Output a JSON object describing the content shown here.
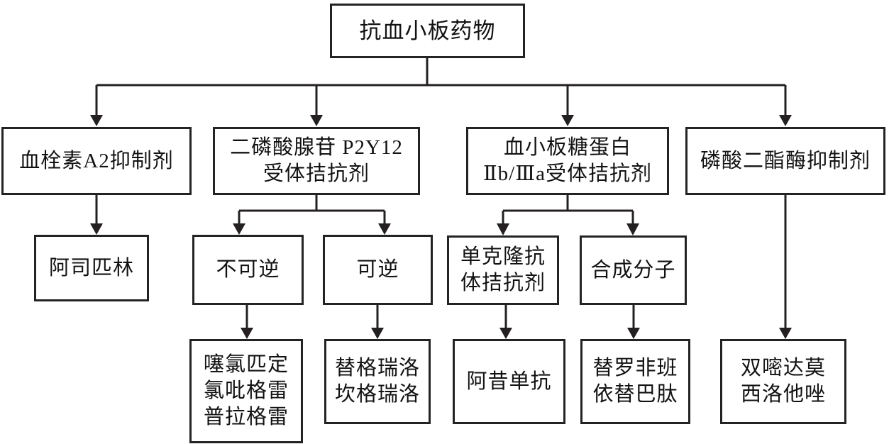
{
  "diagram": {
    "type": "flowchart",
    "colors": {
      "background": "#ffffff",
      "box_border": "#232323",
      "text": "#121212",
      "connector": "#242021"
    },
    "nodes": {
      "root": {
        "label": "抗血小板药物"
      },
      "thromboxane": {
        "label": "血栓素A2抑制剂"
      },
      "adp": {
        "line1": "二磷酸腺苷 P2Y12",
        "line2": "受体拮抗剂"
      },
      "glycoprotein": {
        "line1": "血小板糖蛋白",
        "line2": "Ⅱb/Ⅲa受体拮抗剂"
      },
      "pde": {
        "label": "磷酸二酯酶抑制剂"
      },
      "aspirin": {
        "label": "阿司匹林"
      },
      "irreversible": {
        "label": "不可逆"
      },
      "reversible": {
        "label": "可逆"
      },
      "monoclonal": {
        "line1": "单克隆抗",
        "line2": "体拮抗剂"
      },
      "synthetic": {
        "label": "合成分子"
      },
      "irreversible_drugs": {
        "line1": "噻氯匹定",
        "line2": "氯吡格雷",
        "line3": "普拉格雷"
      },
      "reversible_drugs": {
        "line1": "替格瑞洛",
        "line2": "坎格瑞洛"
      },
      "abciximab": {
        "label": "阿昔单抗"
      },
      "synthetic_drugs": {
        "line1": "替罗非班",
        "line2": "依替巴肽"
      },
      "pde_drugs": {
        "line1": "双嘧达莫",
        "line2": "西洛他唑"
      }
    },
    "edges": [
      "抗血小板药物 -> 血栓素A2抑制剂",
      "抗血小板药物 -> 二磷酸腺苷P2Y12受体拮抗剂",
      "抗血小板药物 -> 血小板糖蛋白Ⅱb/Ⅲa受体拮抗剂",
      "抗血小板药物 -> 磷酸二酯酶抑制剂",
      "血栓素A2抑制剂 -> 阿司匹林",
      "二磷酸腺苷P2Y12受体拮抗剂 -> 不可逆",
      "二磷酸腺苷P2Y12受体拮抗剂 -> 可逆",
      "不可逆 -> 噻氯匹定/氯吡格雷/普拉格雷",
      "可逆 -> 替格瑞洛/坎格瑞洛",
      "血小板糖蛋白Ⅱb/Ⅲa受体拮抗剂 -> 单克隆抗体拮抗剂",
      "血小板糖蛋白Ⅱb/Ⅲa受体拮抗剂 -> 合成分子",
      "单克隆抗体拮抗剂 -> 阿昔单抗",
      "合成分子 -> 替罗非班/依替巴肽",
      "磷酸二酯酶抑制剂 -> 双嘧达莫/西洛他唑"
    ]
  }
}
